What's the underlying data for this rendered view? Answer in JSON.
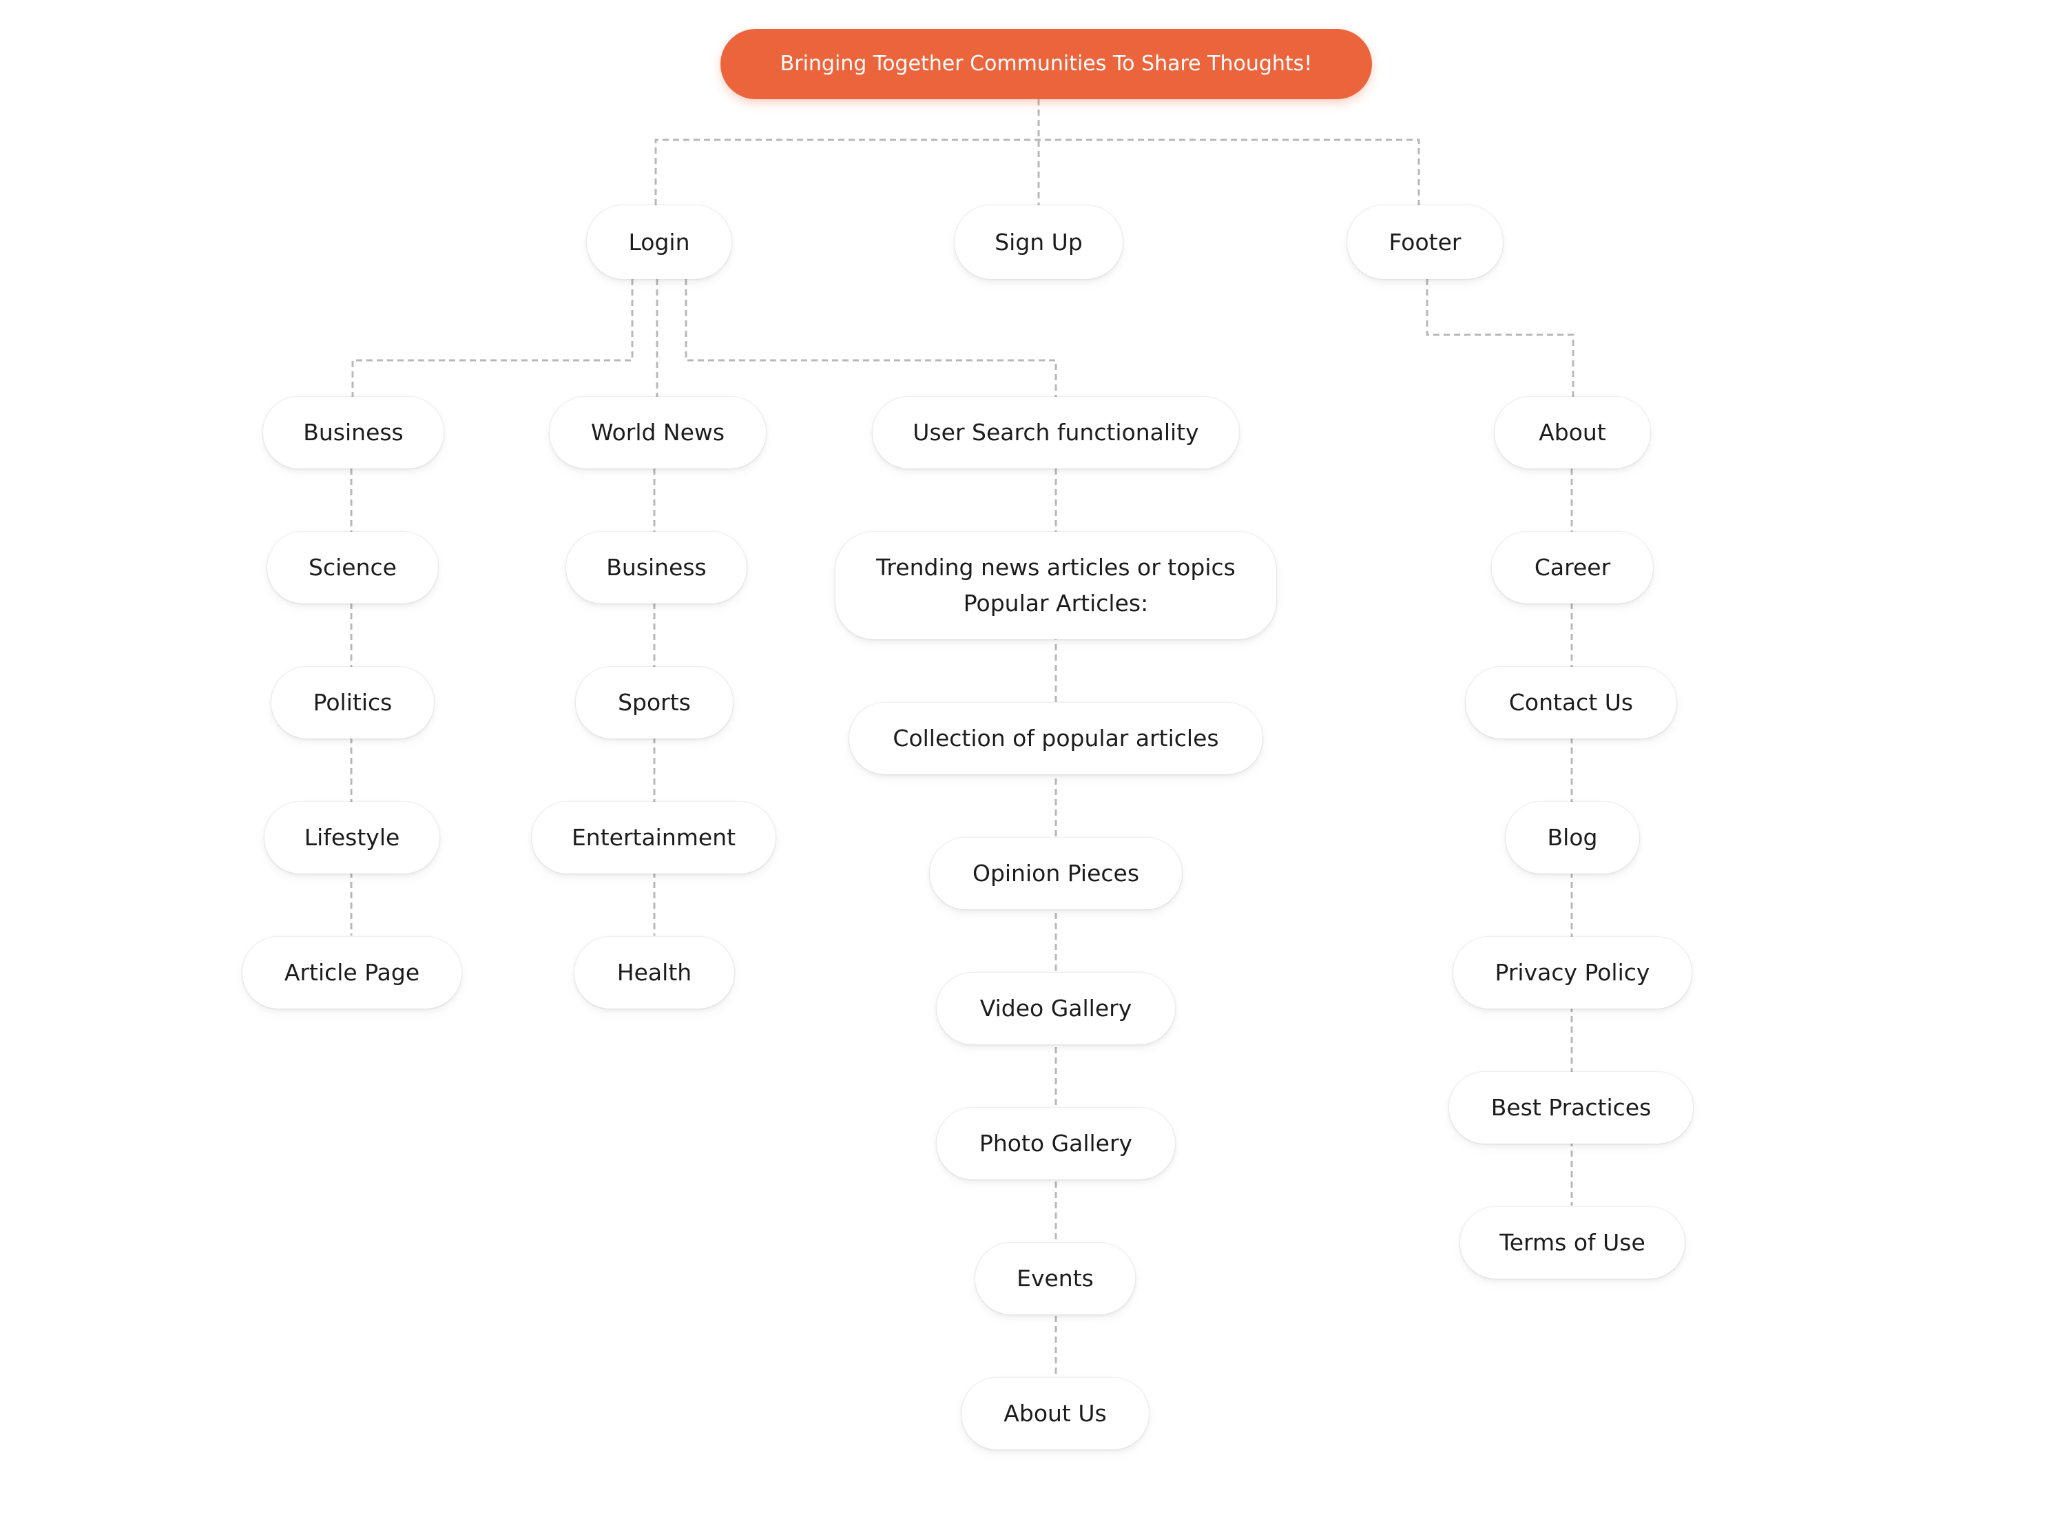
{
  "colors": {
    "accent": "#ec643c",
    "connector": "#b8b8b8",
    "node_text": "#1c1c1c"
  },
  "root": {
    "label": "Bringing Together Communities To Share Thoughts!"
  },
  "level1": {
    "login": "Login",
    "signup": "Sign Up",
    "footer": "Footer"
  },
  "login_children": {
    "business": {
      "label": "Business",
      "children": [
        "Science",
        "Politics",
        "Lifestyle",
        "Article Page"
      ]
    },
    "world_news": {
      "label": "World News",
      "children": [
        "Business",
        "Sports",
        "Entertainment",
        "Health"
      ]
    },
    "user_search": {
      "label": "User Search functionality",
      "trending": [
        "Trending news articles or topics",
        "Popular Articles:"
      ],
      "children": [
        "Collection of popular articles",
        "Opinion Pieces",
        "Video Gallery",
        "Photo Gallery",
        "Events",
        "About Us"
      ]
    }
  },
  "footer_children": [
    "About",
    "Career",
    "Contact Us",
    "Blog",
    "Privacy Policy",
    "Best Practices",
    "Terms of Use"
  ]
}
